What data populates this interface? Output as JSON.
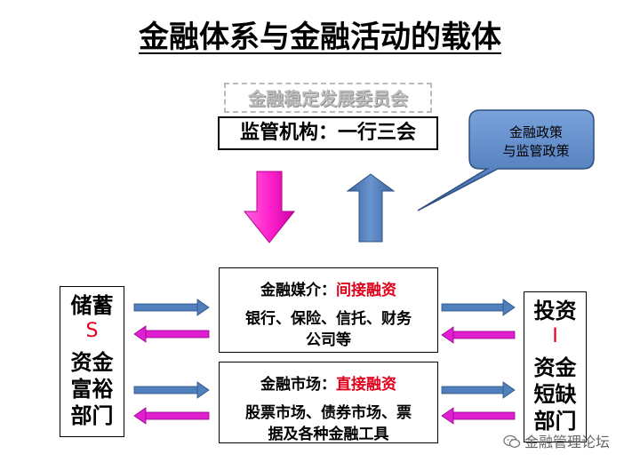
{
  "title": "金融体系与金融活动的载体",
  "committee": "金融稳定发展委员会",
  "regulator": "监管机构：一行三会",
  "callout": {
    "line1": "金融政策",
    "line2": "与监管政策"
  },
  "saver": {
    "line1": "储蓄",
    "letter": "S",
    "line2": "资金",
    "line3": "富裕",
    "line4": "部门"
  },
  "investor": {
    "line1": "投资",
    "letter": "I",
    "line2": "资金",
    "line3": "短缺",
    "line4": "部门"
  },
  "intermediary": {
    "label": "金融媒介：",
    "highlight": "间接融资",
    "line1": "银行、保险、信托、财务",
    "line2": "公司等"
  },
  "market": {
    "label": "金融市场：",
    "highlight": "直接融资",
    "line1": "股票市场、债券市场、票",
    "line2": "据及各种金融工具"
  },
  "watermark": "金融管理论坛",
  "colors": {
    "down_arrow": "#ff33cc",
    "up_arrow": "#4d79b5",
    "blue_arrow": "#4f7fbd",
    "magenta_arrow": "#e020d0",
    "callout_fill": "#5b86c2",
    "accent_red": "#e0001b"
  }
}
